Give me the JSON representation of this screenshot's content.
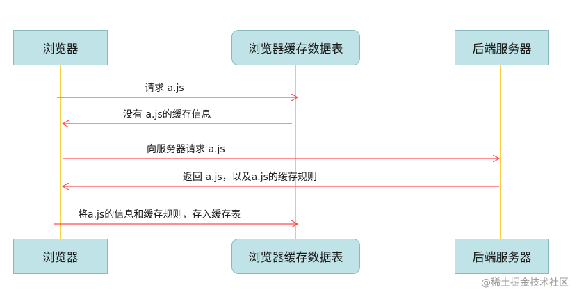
{
  "participants": {
    "browser": "浏览器",
    "cache": "浏览器缓存数据表",
    "server": "后端服务器"
  },
  "messages": [
    {
      "text": "请求 a.js",
      "from": "browser",
      "to": "cache"
    },
    {
      "text": "没有 a.js的缓存信息",
      "from": "cache",
      "to": "browser"
    },
    {
      "text": "向服务器请求 a.js",
      "from": "browser",
      "to": "server"
    },
    {
      "text": "返回 a.js，以及a.js的缓存规则",
      "from": "server",
      "to": "browser"
    },
    {
      "text": "将a.js的信息和缓存规则，存入缓存表",
      "from": "browser",
      "to": "cache"
    }
  ],
  "watermark": "@稀土掘金技术社区",
  "colors": {
    "box_fill": "#bfe3e6",
    "lifeline": "#f2c200",
    "arrow": "#ff4a4a"
  }
}
